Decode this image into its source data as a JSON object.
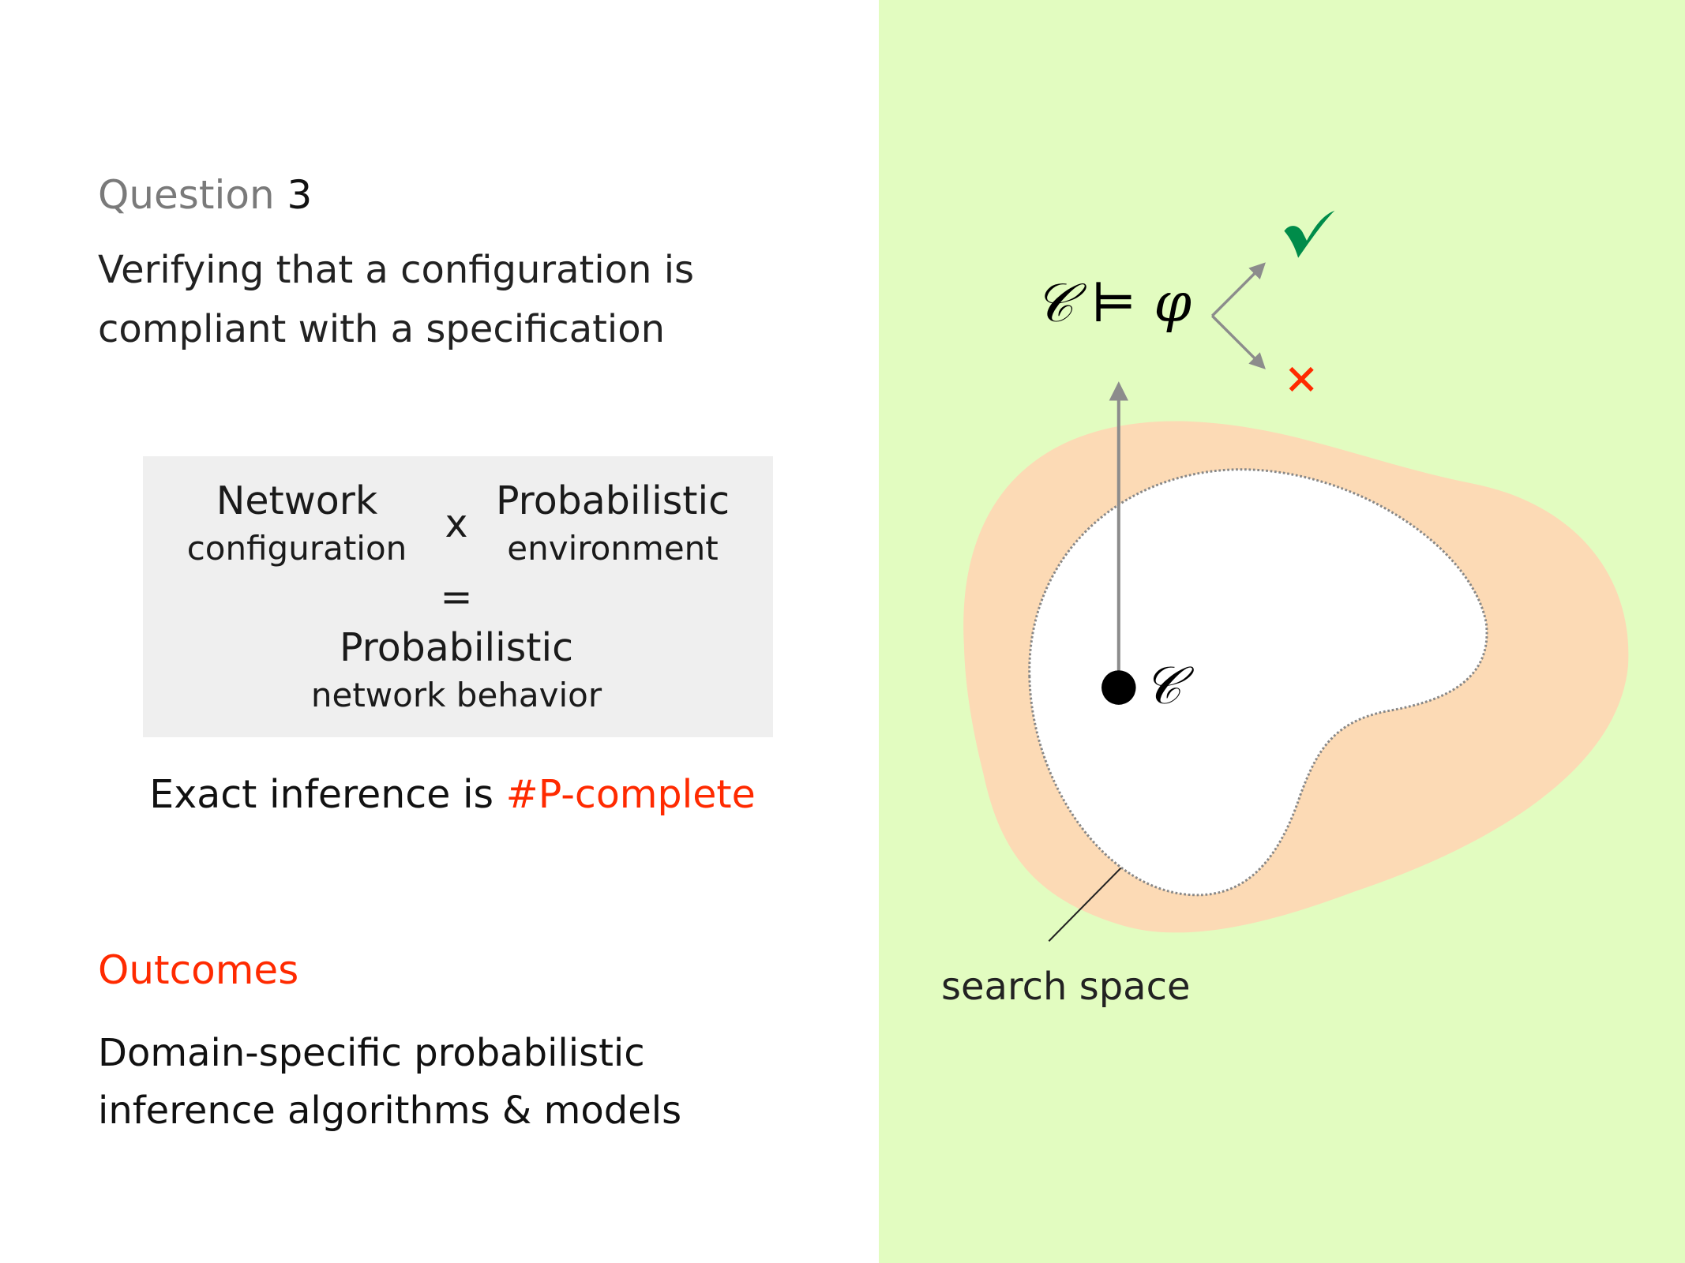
{
  "question": {
    "label": "Question",
    "number": "3"
  },
  "main_text": [
    "Verifying that a configuration is",
    "compliant with a specification"
  ],
  "equation_box": {
    "left_top": "Network",
    "left_bottom": "configuration",
    "times": "x",
    "right_top": "Probabilistic",
    "right_bottom": "environment",
    "equals": "=",
    "result_top": "Probabilistic",
    "result_bottom": "network behavior"
  },
  "complexity": {
    "prefix": "Exact inference is ",
    "highlight": "#P-complete"
  },
  "outcomes": {
    "heading": "Outcomes",
    "lines": [
      "Domain-specific probabilistic",
      "inference algorithms & models"
    ]
  },
  "diagram": {
    "formula": {
      "config": "𝒞",
      "models": "⊨",
      "spec": "φ"
    },
    "point_label": "𝒞",
    "pass_icon": "check-icon",
    "fail_icon": "cross-icon",
    "search_space_label": "search space",
    "colors": {
      "background": "#e2fcc0",
      "region": "#fcdab5",
      "check": "#008c4a",
      "cross": "#ff2a00",
      "arrow": "#8c8c8c"
    }
  }
}
